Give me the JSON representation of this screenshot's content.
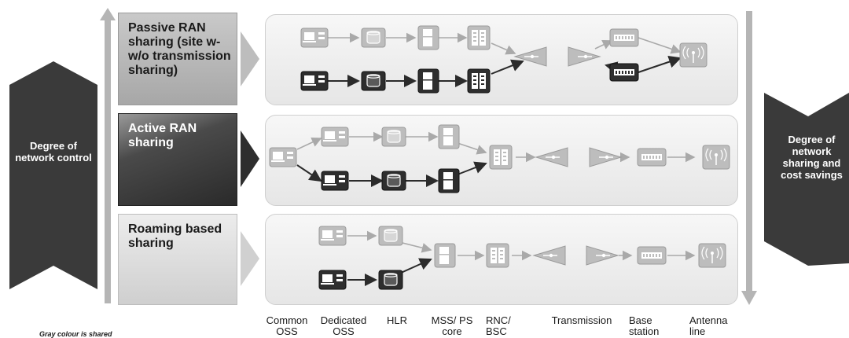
{
  "left_label": "Degree of network control",
  "right_label": "Degree of network sharing and cost savings",
  "categories": [
    {
      "label": "Passive RAN sharing (site w-w/o transmission sharing)"
    },
    {
      "label": "Active RAN sharing"
    },
    {
      "label": "Roaming based sharing"
    }
  ],
  "columns": [
    {
      "label": "Common OSS"
    },
    {
      "label": "Dedicated OSS"
    },
    {
      "label": "HLR"
    },
    {
      "label": "MSS/ PS core"
    },
    {
      "label": "RNC/ BSC"
    },
    {
      "label": "Transmission"
    },
    {
      "label": "Base station"
    },
    {
      "label": "Antenna line"
    }
  ],
  "footnote": "Gray colour is shared",
  "colors": {
    "shared": "#bdbdbd",
    "dedicated": "#2e2e2e",
    "panel": "#eeeeee"
  }
}
